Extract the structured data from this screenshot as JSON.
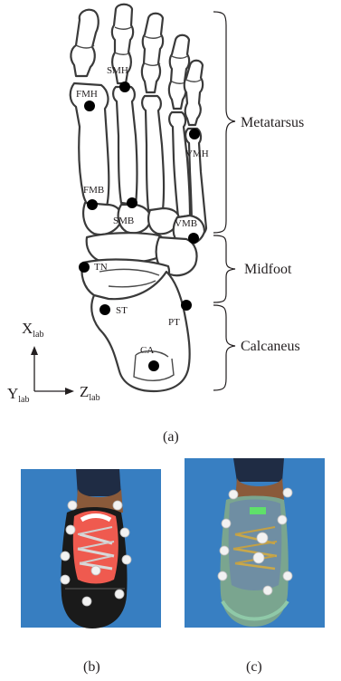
{
  "panel_a": {
    "landmarks": [
      {
        "id": "smh",
        "label": "SMH"
      },
      {
        "id": "fmh",
        "label": "FMH"
      },
      {
        "id": "vmh",
        "label": "VMH"
      },
      {
        "id": "fmb",
        "label": "FMB"
      },
      {
        "id": "smb",
        "label": "SMB"
      },
      {
        "id": "vmb",
        "label": "VMB"
      },
      {
        "id": "tn",
        "label": "TN"
      },
      {
        "id": "st",
        "label": "ST"
      },
      {
        "id": "pt",
        "label": "PT"
      },
      {
        "id": "ca",
        "label": "CA"
      }
    ],
    "regions": {
      "metatarsus": "Metatarsus",
      "midfoot": "Midfoot",
      "calcaneus": "Calcaneus"
    },
    "axes": {
      "x_main": "X",
      "x_sub": "lab",
      "y_main": "Y",
      "y_sub": "lab",
      "z_main": "Z",
      "z_sub": "lab"
    },
    "caption": "(a)"
  },
  "panel_b": {
    "caption": "(b)",
    "shoe_upper_color": "#ef5a4f",
    "background_color": "#3d84c6"
  },
  "panel_c": {
    "caption": "(c)",
    "shoe_upper_color": "#6f8ea3",
    "background_color": "#3d84c6"
  },
  "colors": {
    "marker": "#000000",
    "line": "#231f20"
  }
}
